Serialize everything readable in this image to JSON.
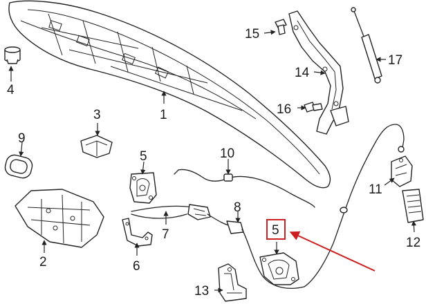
{
  "callouts": {
    "c1": "1",
    "c2": "2",
    "c3": "3",
    "c4": "4",
    "c5a": "5",
    "c5b": "5",
    "c6": "6",
    "c7": "7",
    "c8": "8",
    "c9": "9",
    "c10": "10",
    "c11": "11",
    "c12": "12",
    "c13": "13",
    "c14": "14",
    "c15": "15",
    "c16": "16",
    "c17": "17"
  },
  "colors": {
    "line": "#222222",
    "highlight": "#cc1f1f"
  }
}
